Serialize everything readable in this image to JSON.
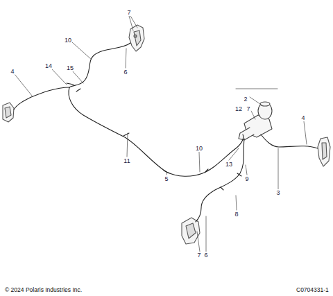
{
  "diagram": {
    "labels": [
      "7",
      "10",
      "6",
      "4",
      "14",
      "15",
      "2",
      "12",
      "7",
      "4",
      "10",
      "11",
      "13",
      "5",
      "9",
      "3",
      "8",
      "7",
      "6",
      "© 2024 Polaris Industries Inc.",
      "C0704331-1"
    ]
  }
}
